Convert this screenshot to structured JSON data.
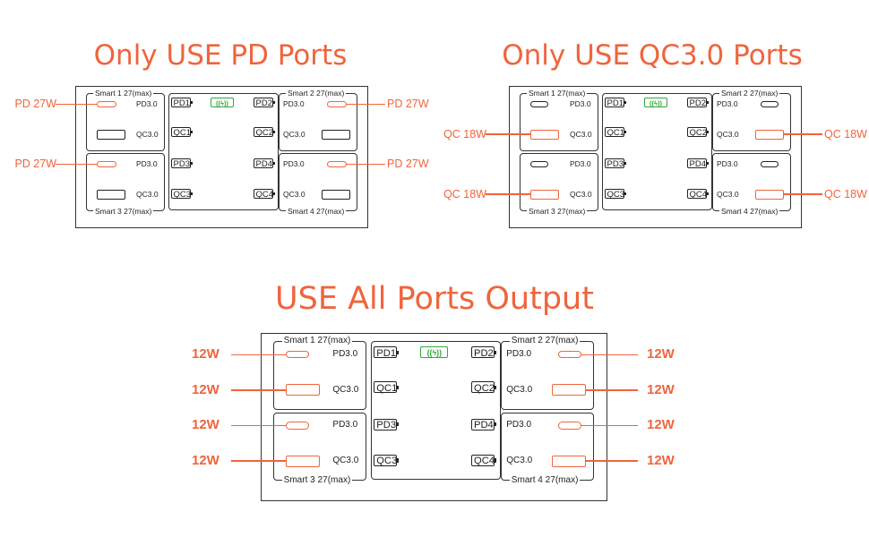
{
  "colors": {
    "accent": "#f0643c",
    "wireless": "#2fa83a",
    "stroke": "#333333"
  },
  "labels": {
    "smart1": "Smart 1 27(max)",
    "smart2": "Smart 2 27(max)",
    "smart3": "Smart 3 27(max)",
    "smart4": "Smart 4 27(max)",
    "pd": "PD3.0",
    "qc": "QC3.0",
    "pd1": "PD1",
    "pd2": "PD2",
    "pd3": "PD3",
    "pd4": "PD4",
    "qc1": "QC1",
    "qc2": "QC2",
    "qc3": "QC3",
    "qc4": "QC4",
    "wireless": "((ϟ))",
    "wireless_icon": "wireless-charging-icon"
  },
  "diagrams": [
    {
      "title": "Only USE PD Ports",
      "callouts": [
        "PD 27W",
        "PD 27W",
        "PD 27W",
        "PD 27W"
      ],
      "active_ports": [
        "pd"
      ]
    },
    {
      "title": "Only USE QC3.0 Ports",
      "callouts": [
        "QC 18W",
        "QC 18W",
        "QC 18W",
        "QC 18W"
      ],
      "active_ports": [
        "qc"
      ]
    },
    {
      "title": "USE All Ports Output",
      "callouts": [
        "12W",
        "12W",
        "12W",
        "12W",
        "12W",
        "12W",
        "12W",
        "12W"
      ],
      "active_ports": [
        "pd",
        "qc"
      ]
    }
  ]
}
